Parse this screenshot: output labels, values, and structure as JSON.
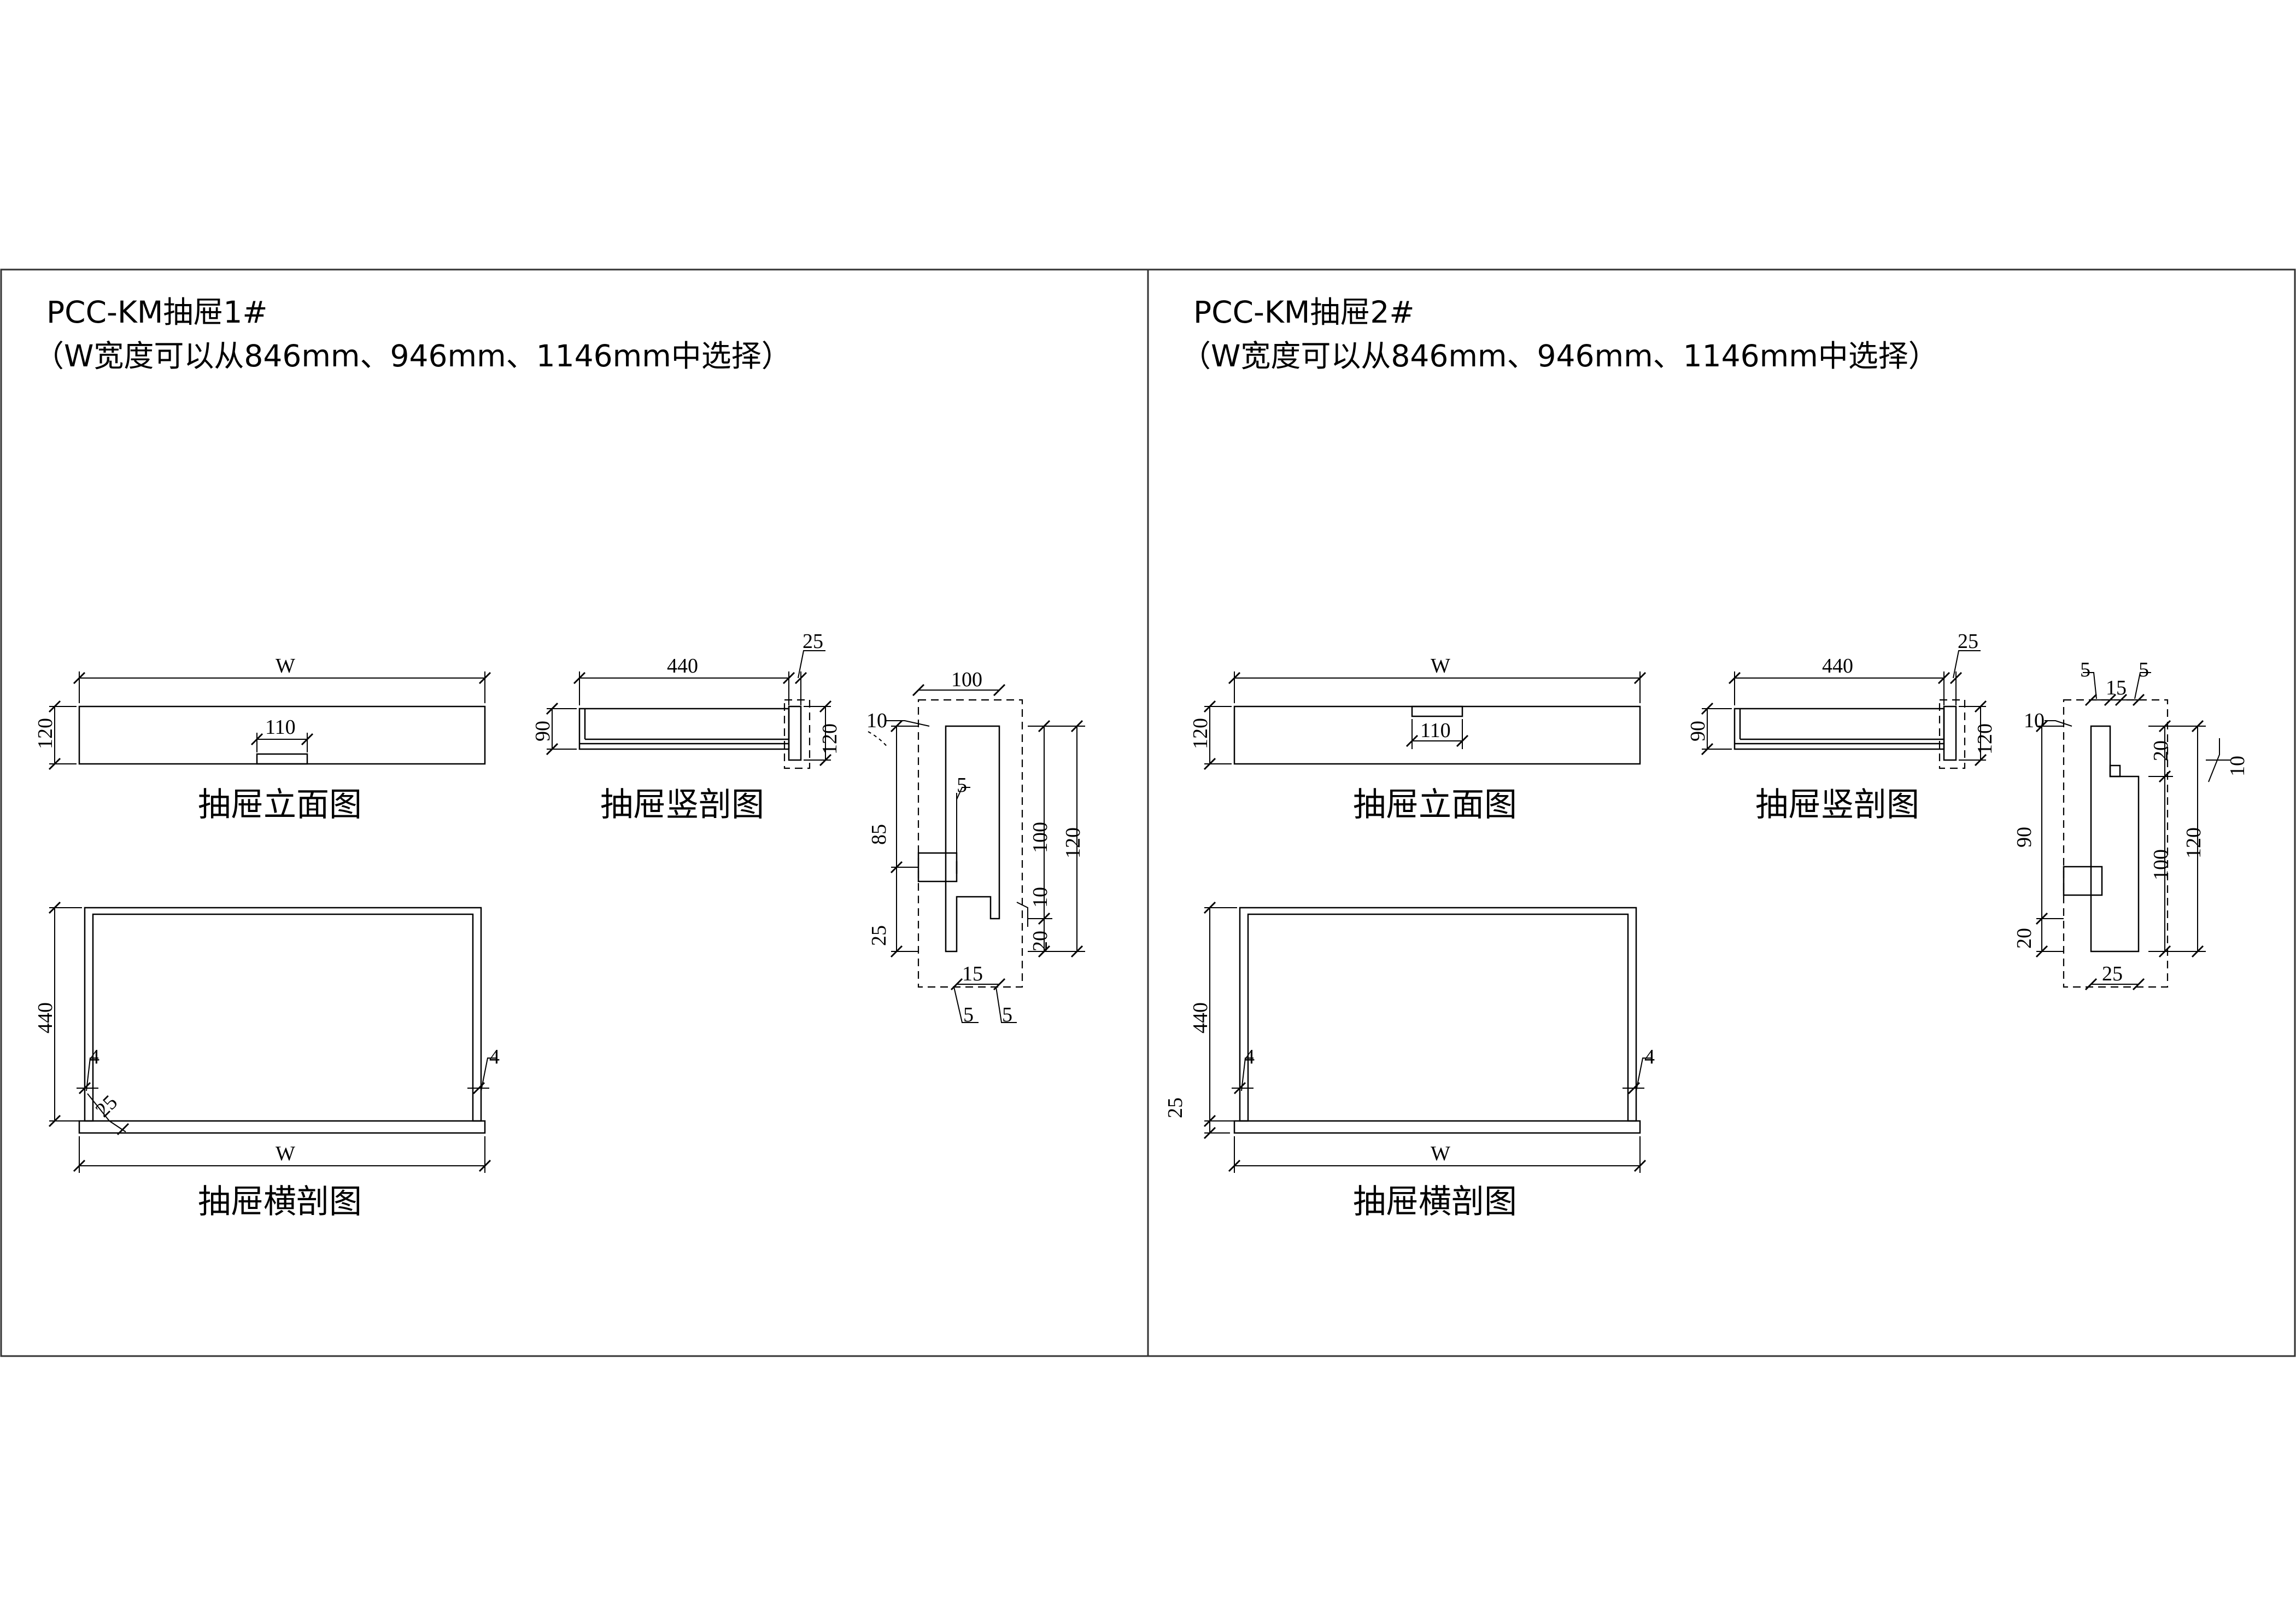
{
  "panels": [
    {
      "id": "1",
      "title": "PCC-KM抽屉1#",
      "subtitle": "（W宽度可以从846mm、946mm、1146mm中选择）",
      "captions": {
        "elevation": "抽屉立面图",
        "vertical_section": "抽屉竖剖图",
        "horizontal_section": "抽屉横剖图"
      },
      "dims": {
        "elev_w": "W",
        "elev_h": "120",
        "elev_handle": "110",
        "vsec_depth": "440",
        "vsec_h": "90",
        "vsec_front": "25",
        "vsec_fh": "120",
        "det_top": "100",
        "det_slot": "10",
        "det_a": "85",
        "det_b": "25",
        "det_c": "5",
        "det_100": "100",
        "det_120": "120",
        "det_10": "10",
        "det_20": "20",
        "det_15": "15",
        "det_5a": "5",
        "det_5b": "5",
        "hsec_depth": "440",
        "hsec_wall_l": "4",
        "hsec_wall_r": "4",
        "hsec_front": "25",
        "hsec_w": "W"
      }
    },
    {
      "id": "2",
      "title": "PCC-KM抽屉2#",
      "subtitle": "（W宽度可以从846mm、946mm、1146mm中选择）",
      "captions": {
        "elevation": "抽屉立面图",
        "vertical_section": "抽屉竖剖图",
        "horizontal_section": "抽屉横剖图"
      },
      "dims": {
        "elev_w": "W",
        "elev_h": "120",
        "elev_handle": "110",
        "vsec_depth": "440",
        "vsec_h": "90",
        "vsec_front": "25",
        "vsec_fh": "120",
        "det_5a": "5",
        "det_15": "15",
        "det_5b": "5",
        "det_slot": "10",
        "det_90": "90",
        "det_20b": "20",
        "det_20t": "20",
        "det_100": "100",
        "det_120": "120",
        "det_10r": "10",
        "det_25": "25",
        "hsec_depth": "440",
        "hsec_wall_l": "4",
        "hsec_wall_r": "4",
        "hsec_front": "25",
        "hsec_w": "W"
      }
    }
  ]
}
